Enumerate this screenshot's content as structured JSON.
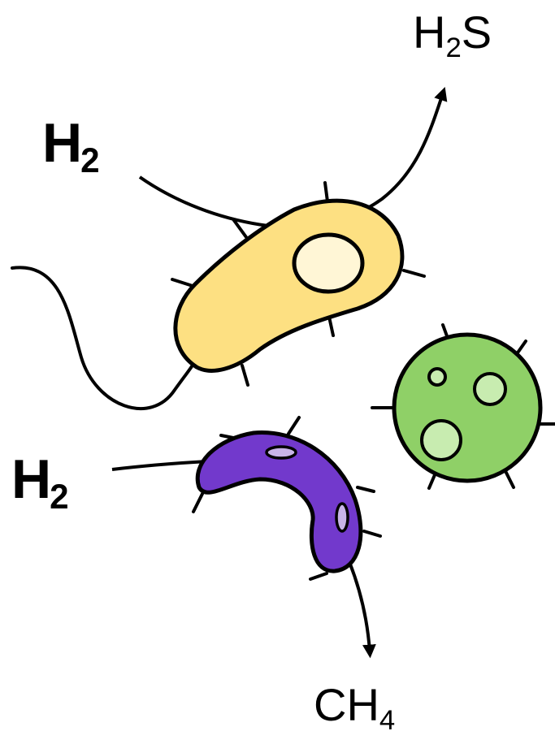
{
  "labels": {
    "h2_top": {
      "main": "H",
      "sub": "2"
    },
    "h2_bottom": {
      "main": "H",
      "sub": "2"
    },
    "h2s": {
      "main": "H",
      "sub": "2",
      "tail": "S"
    },
    "ch4": {
      "main": "CH",
      "sub": "4"
    }
  },
  "colors": {
    "rod_bacterium": "#fde082",
    "rod_nucleus": "#fff6d6",
    "vibrio_bacterium": "#7239cc",
    "coccus_bacterium": "#8fd067",
    "coccus_granule": "#c8ecb0",
    "outline": "#000000"
  }
}
